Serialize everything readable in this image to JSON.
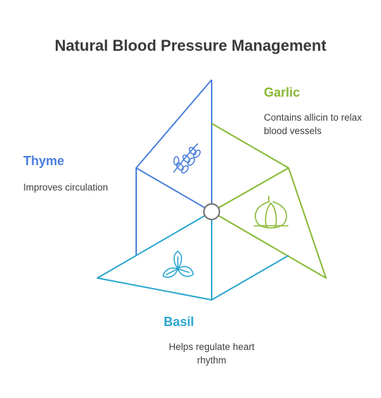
{
  "title": "Natural Blood Pressure Management",
  "colors": {
    "thyme": "#4a7fdc",
    "garlic": "#86b832",
    "basil": "#2aa6d0",
    "hub": "#777777",
    "title": "#3a3a3a"
  },
  "items": [
    {
      "id": "garlic",
      "name": "Garlic",
      "description": "Contains allicin to relax blood vessels",
      "icon": "garlic-icon"
    },
    {
      "id": "thyme",
      "name": "Thyme",
      "description": "Improves circulation",
      "icon": "thyme-sprig-icon"
    },
    {
      "id": "basil",
      "name": "Basil",
      "description": "Helps regulate heart rhythm",
      "icon": "basil-leaves-icon"
    }
  ]
}
